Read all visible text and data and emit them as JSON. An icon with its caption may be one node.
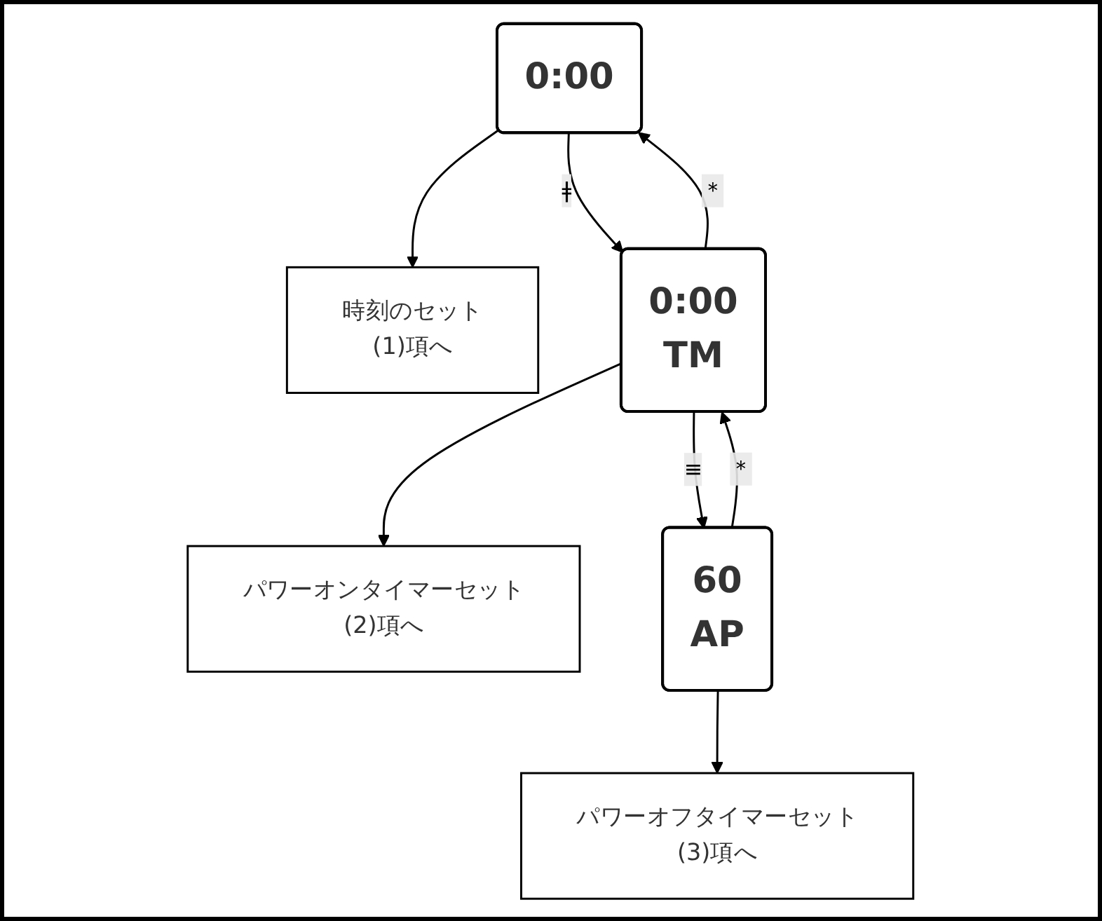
{
  "diagram": {
    "nodes": [
      {
        "text": [
          "0:00"
        ]
      },
      {
        "text": [
          "時刻のセット",
          "(1)項へ"
        ]
      },
      {
        "text": [
          "0:00",
          "TM"
        ]
      },
      {
        "text": [
          "パワーオンタイマーセット",
          "(2)項へ"
        ]
      },
      {
        "text": [
          "60",
          "AP"
        ]
      },
      {
        "text": [
          "パワーオフタイマーセット",
          "(3)項へ"
        ]
      }
    ],
    "edges": [
      {
        "from": 0,
        "to": 1,
        "arrow": "to"
      },
      {
        "from": 2,
        "to": 0,
        "label": "＊",
        "arrow": "to"
      },
      {
        "from": 0,
        "to": 2,
        "label": "ǂ",
        "arrow": "to"
      },
      {
        "from": 2,
        "to": 3,
        "arrow": "to"
      },
      {
        "from": 4,
        "to": 2,
        "label": "＊",
        "arrow": "to"
      },
      {
        "from": 2,
        "to": 4,
        "label": "≡",
        "arrow": "to"
      },
      {
        "from": 4,
        "to": 5,
        "arrow": "to"
      }
    ]
  }
}
